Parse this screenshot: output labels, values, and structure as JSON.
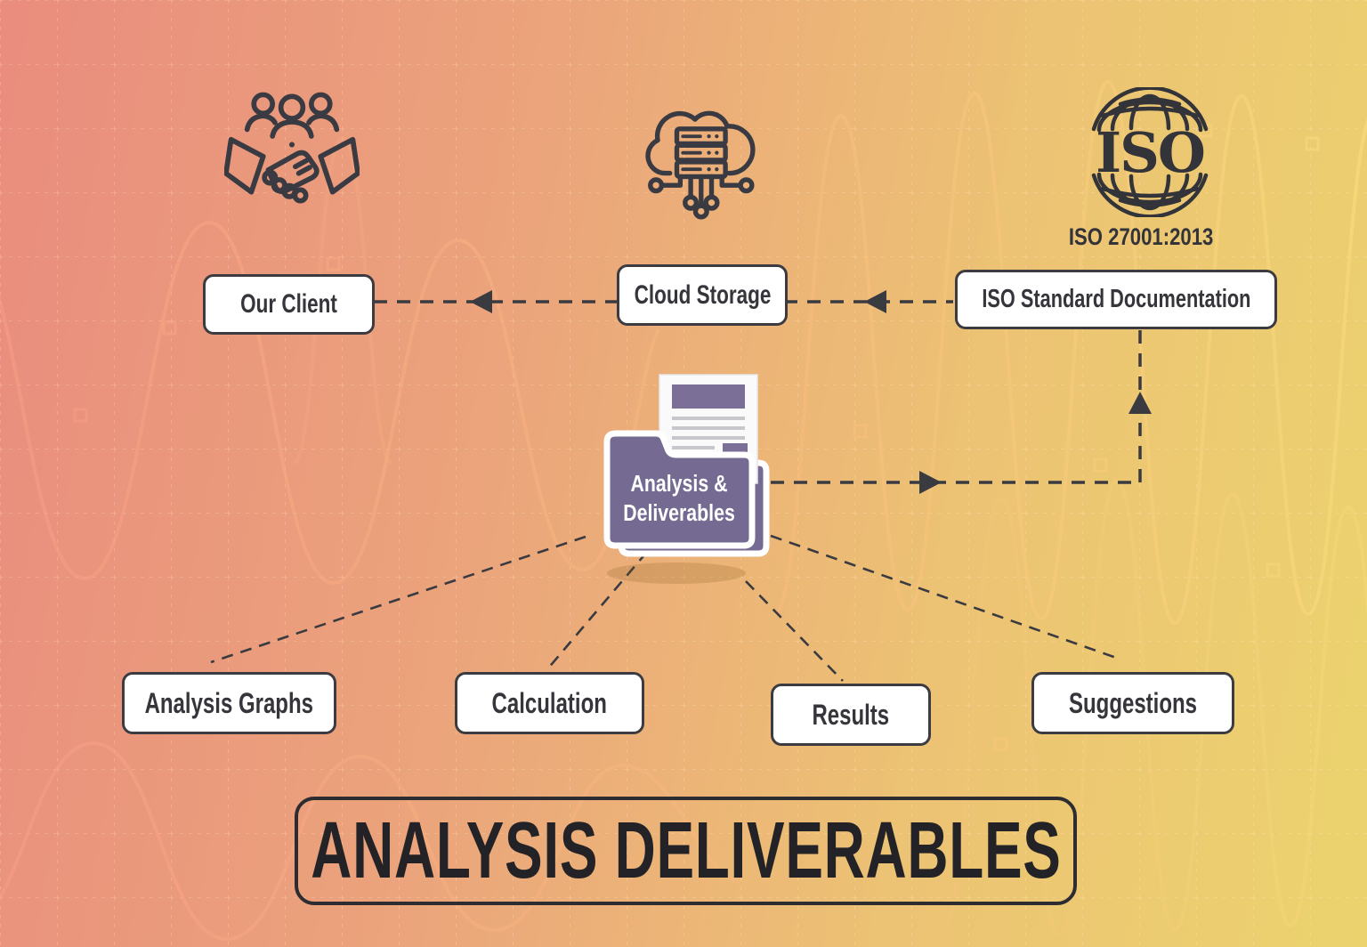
{
  "title": {
    "label": "ANALYSIS DELIVERABLES"
  },
  "top_row": {
    "client": {
      "label": "Our Client",
      "icon": "handshake-icon"
    },
    "cloud": {
      "label": "Cloud Storage",
      "icon": "cloud-server-icon"
    },
    "iso": {
      "label": "ISO Standard Documentation",
      "icon": "iso-globe-icon",
      "logo_text": "ISO",
      "certification": "ISO 27001:2013"
    }
  },
  "center": {
    "folder": {
      "line1": "Analysis &",
      "line2": "Deliverables"
    }
  },
  "deliverables": [
    {
      "label": "Analysis Graphs"
    },
    {
      "label": "Calculation"
    },
    {
      "label": "Results"
    },
    {
      "label": "Suggestions"
    }
  ],
  "colors": {
    "bg_left": "#ea8c7e",
    "bg_right": "#ecd36e",
    "ink": "#35353b",
    "folder_purple": "#756a92",
    "box_bg": "#ffffff"
  }
}
